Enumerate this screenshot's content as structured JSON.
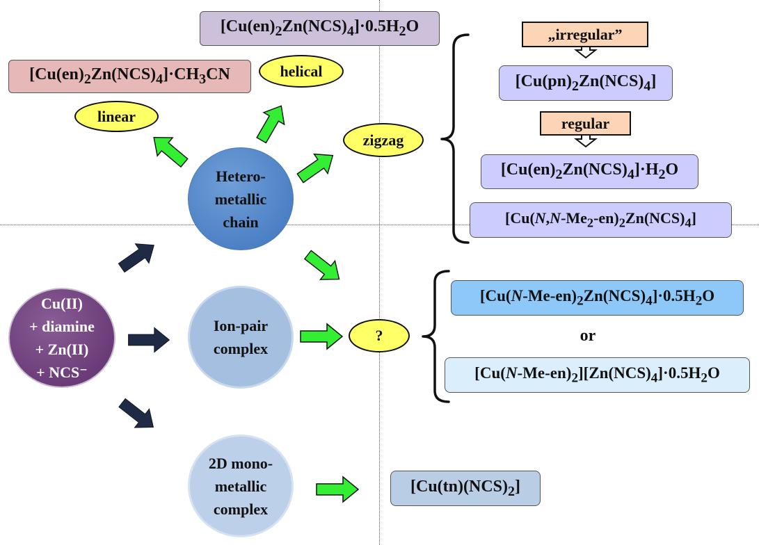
{
  "circles": {
    "start": [
      "Cu(II)",
      "+ diamine",
      "+ Zn(II)",
      "+ NCS⁻"
    ],
    "hetero": [
      "Hetero-",
      "metallic",
      "chain"
    ],
    "ionpair": [
      "Ion-pair",
      "complex"
    ],
    "mono2d": [
      "2D mono-",
      "metallic",
      "complex"
    ]
  },
  "ovals": {
    "linear": "linear",
    "helical": "helical",
    "zigzag": "zigzag",
    "question": "?"
  },
  "labels": {
    "irregular": "„irregular”",
    "regular": "regular",
    "or": "or"
  },
  "formulas": {
    "acetonitrile": {
      "t1": "[Cu(en)",
      "s1": "2",
      "t2": "Zn(NCS)",
      "s2": "4",
      "t3": "]·CH",
      "s3": "3",
      "t4": "CN"
    },
    "hemihydrate": {
      "t1": "[Cu(en)",
      "s1": "2",
      "t2": "Zn(NCS)",
      "s2": "4",
      "t3": "]·0.5H",
      "s3": "2",
      "t4": "O"
    },
    "pn": {
      "t1": "[Cu(pn)",
      "s1": "2",
      "t2": "Zn(NCS)",
      "s2": "4",
      "t3": "]"
    },
    "monohydrate": {
      "t1": "[Cu(en)",
      "s1": "2",
      "t2": "Zn(NCS)",
      "s2": "4",
      "t3": "]·H",
      "s3": "2",
      "t4": "O"
    },
    "nnme2": {
      "t1": "[Cu(",
      "i1": "N",
      "t2": ",",
      "i2": "N",
      "t3": "-Me",
      "s1": "2",
      "t4": "-en)",
      "s2": "2",
      "t5": "Zn(NCS)",
      "s3": "4",
      "t6": "]"
    },
    "nme_a": {
      "t1": "[Cu(",
      "i1": "N",
      "t2": "-Me-en)",
      "s1": "2",
      "t3": "Zn(NCS)",
      "s2": "4",
      "t4": "]·0.5H",
      "s3": "2",
      "t5": "O"
    },
    "nme_b": {
      "t1": "[Cu(",
      "i1": "N",
      "t2": "-Me-en)",
      "s1": "2",
      "t3": "][Zn(NCS)",
      "s2": "4",
      "t4": "]·0.5H",
      "s3": "2",
      "t5": "O"
    },
    "tn": {
      "t1": "[Cu(tn)(NCS)",
      "s1": "2",
      "t2": "]"
    }
  },
  "colors": {
    "arrow_green": "#33ee33",
    "arrow_dark": "#1f2a44",
    "oval_yellow": "#ffff66",
    "box_pink": "#e6b8b7",
    "box_lilac": "#ccc0da",
    "box_periwinkle": "#ccccff",
    "box_blue": "#8ec8f8",
    "box_lightblue": "#dbeefb",
    "box_slate": "#b9cde5",
    "label_orange": "#fbd5b5"
  }
}
